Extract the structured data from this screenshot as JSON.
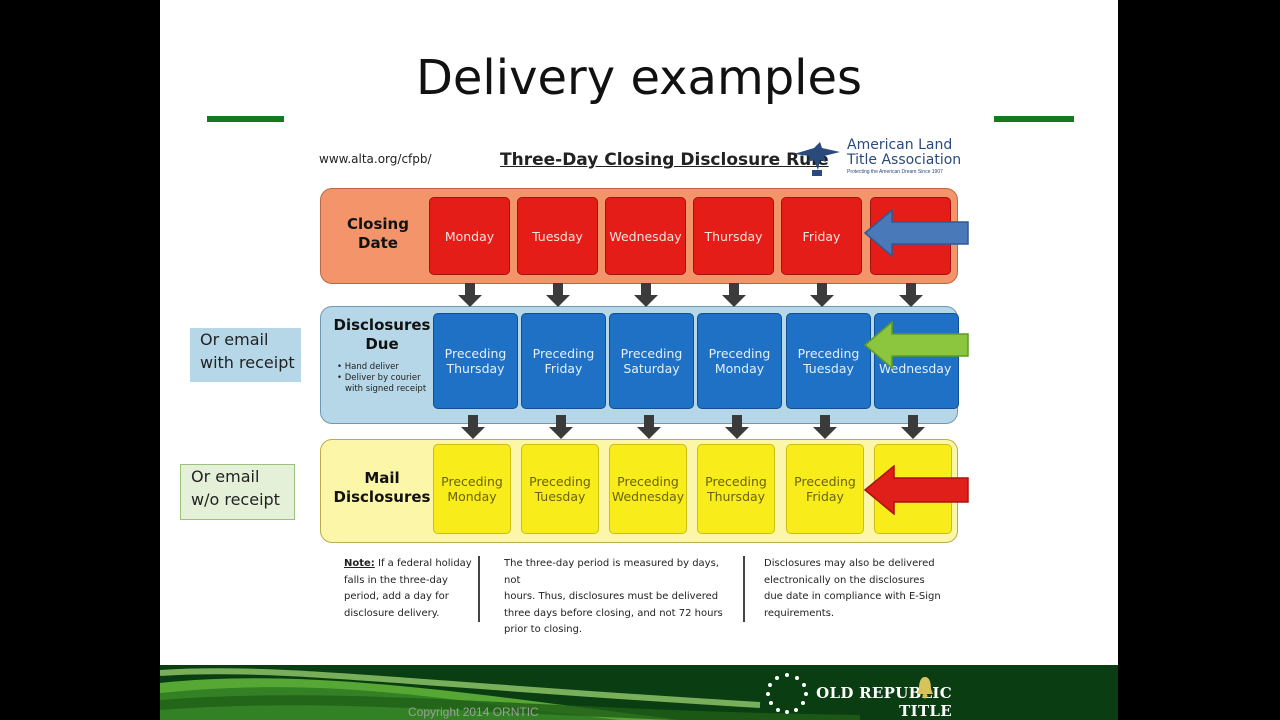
{
  "slide": {
    "title": "Delivery examples",
    "url": "www.alta.org/cfpb/",
    "rule_title": "Three-Day Closing Disclosure Rule"
  },
  "alta": {
    "name": "American Land\nTitle Association",
    "tagline": "Protecting the American Dream Since 1907"
  },
  "closing": {
    "label": "Closing Date",
    "days": [
      "Monday",
      "Tuesday",
      "Wednesday",
      "Thursday",
      "Friday",
      ""
    ]
  },
  "due": {
    "label": "Disclosures Due",
    "bullets": [
      "• Hand deliver",
      "• Deliver by courier with signed receipt"
    ],
    "days": [
      "Preceding Thursday",
      "Preceding Friday",
      "Preceding Saturday",
      "Preceding Monday",
      "Preceding Tuesday",
      "Wednesday"
    ]
  },
  "mail": {
    "label": "Mail Disclosures",
    "days": [
      "Preceding Monday",
      "Preceding Tuesday",
      "Preceding Wednesday",
      "Preceding Thursday",
      "Preceding Friday",
      ""
    ]
  },
  "side_labels": {
    "email_receipt": "Or email\nwith receipt",
    "email_no_receipt": "Or email\nw/o receipt"
  },
  "notes": {
    "note_label": "Note:",
    "note_text": " If a federal holiday\nfalls in the three-day\nperiod, add a day for\ndisclosure delivery.",
    "measure": "The three-day period is measured by days, not\nhours. Thus, disclosures must be delivered\nthree days before closing, and not 72 hours\nprior to closing.",
    "electronic": "Disclosures may also be delivered\nelectronically on the disclosures\ndue date in compliance with E-Sign\nrequirements."
  },
  "footer": {
    "copyright": "Copyright 2014 ORNTIC",
    "brand": "OLD REPUBLIC TITLE"
  },
  "colors": {
    "closing_band": "#f3946b",
    "due_band": "#b6d7e8",
    "mail_band": "#fcf6a8",
    "red_box": "#e51d19",
    "blue_box": "#1f71c6",
    "yellow_box": "#f8ed1a",
    "arrow_blue": "#4a79b9",
    "arrow_green": "#8cc63f",
    "arrow_red": "#e01e1a",
    "accent_green": "#157a1e"
  },
  "icons": [
    "eagle-logo-icon",
    "down-arrow-icon",
    "left-arrow-icon",
    "star-ring-icon",
    "bell-icon"
  ]
}
